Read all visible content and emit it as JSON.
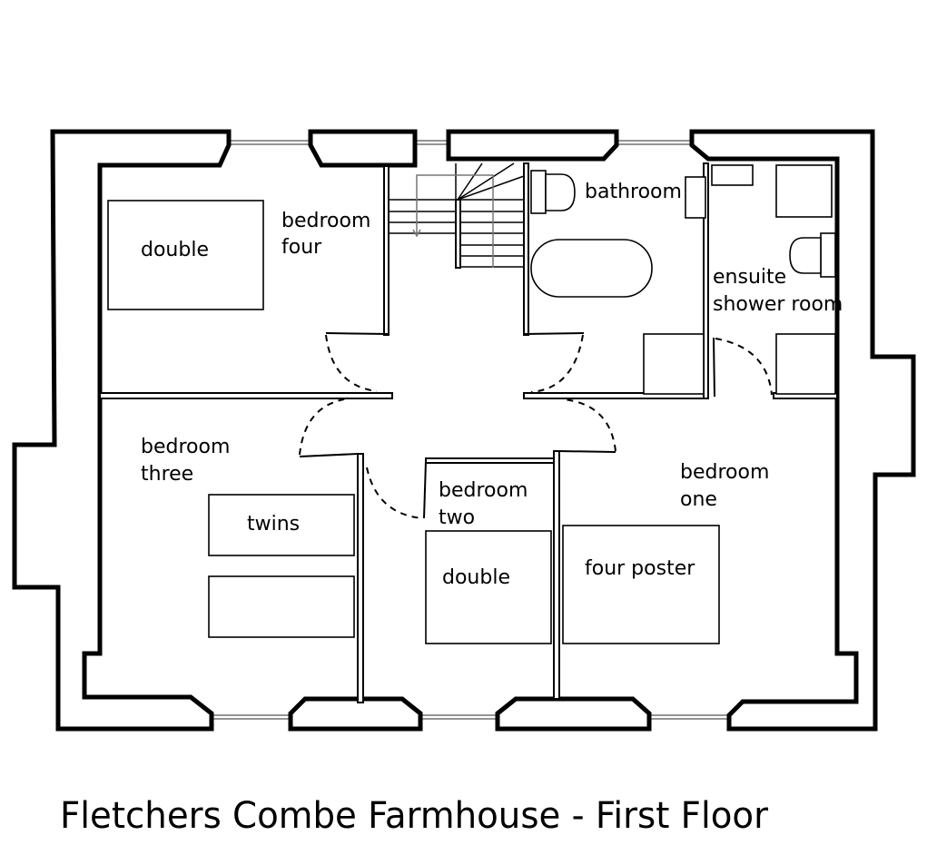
{
  "title": "Fletchers Combe Farmhouse - First Floor",
  "rooms": {
    "bedroom_four": {
      "line1": "bedroom",
      "line2": "four",
      "bed": "double"
    },
    "bathroom": {
      "label": "bathroom"
    },
    "ensuite": {
      "line1": "ensuite",
      "line2": "shower room"
    },
    "bedroom_three": {
      "line1": "bedroom",
      "line2": "three",
      "bed": "twins"
    },
    "bedroom_two": {
      "line1": "bedroom",
      "line2": "two",
      "bed": "double"
    },
    "bedroom_one": {
      "line1": "bedroom",
      "line2": "one",
      "bed": "four poster"
    }
  }
}
